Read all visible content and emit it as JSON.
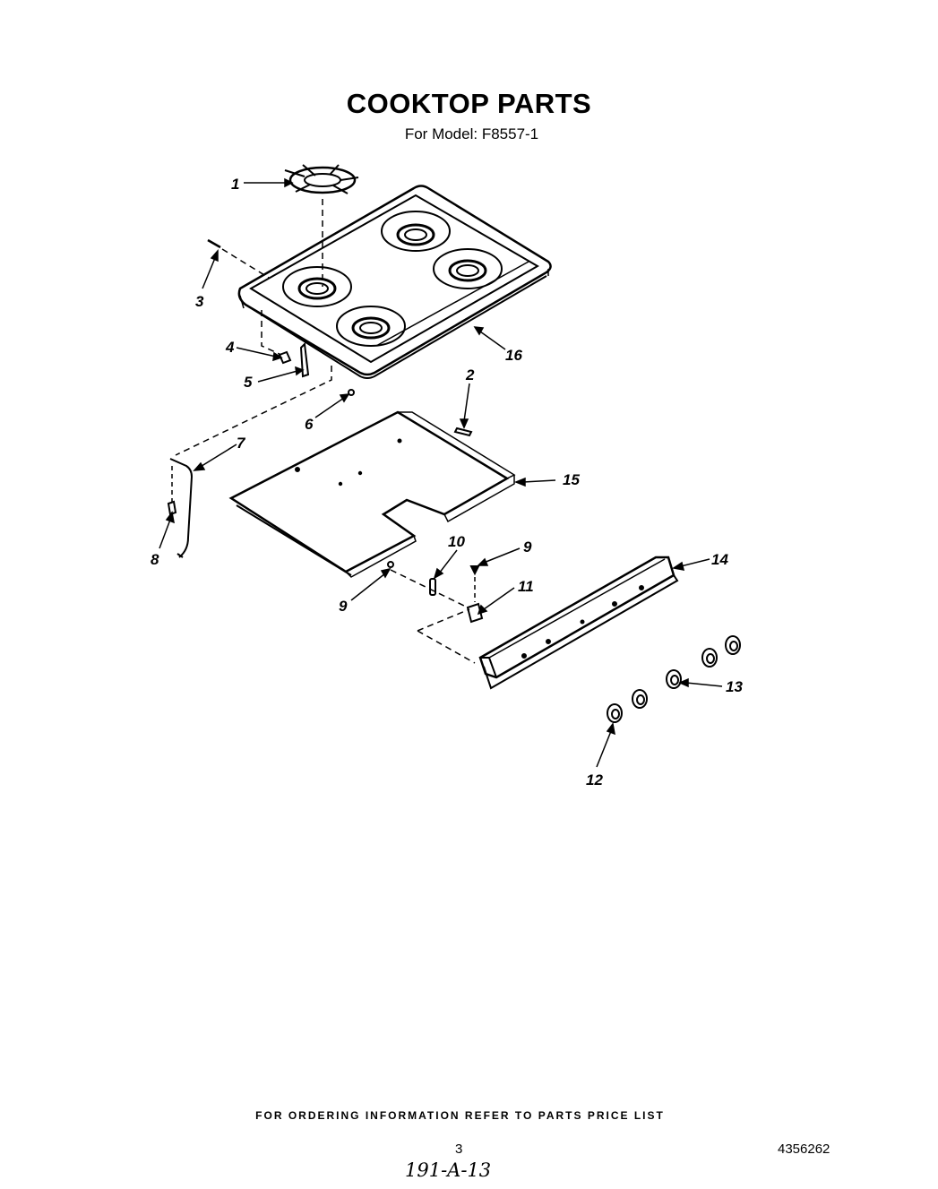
{
  "header": {
    "title": "COOKTOP PARTS",
    "model_line": "For Model: F8557-1"
  },
  "callouts": {
    "c1": "1",
    "c2": "2",
    "c3": "3",
    "c4": "4",
    "c5": "5",
    "c6": "6",
    "c7": "7",
    "c8": "8",
    "c9a": "9",
    "c9b": "9",
    "c10": "10",
    "c11": "11",
    "c12": "12",
    "c13": "13",
    "c14": "14",
    "c15": "15",
    "c16": "16"
  },
  "footer": {
    "ordering_note": "FOR ORDERING INFORMATION REFER TO PARTS PRICE LIST",
    "page_number": "3",
    "document_number": "4356262",
    "handwritten_note": "191-A-13"
  }
}
